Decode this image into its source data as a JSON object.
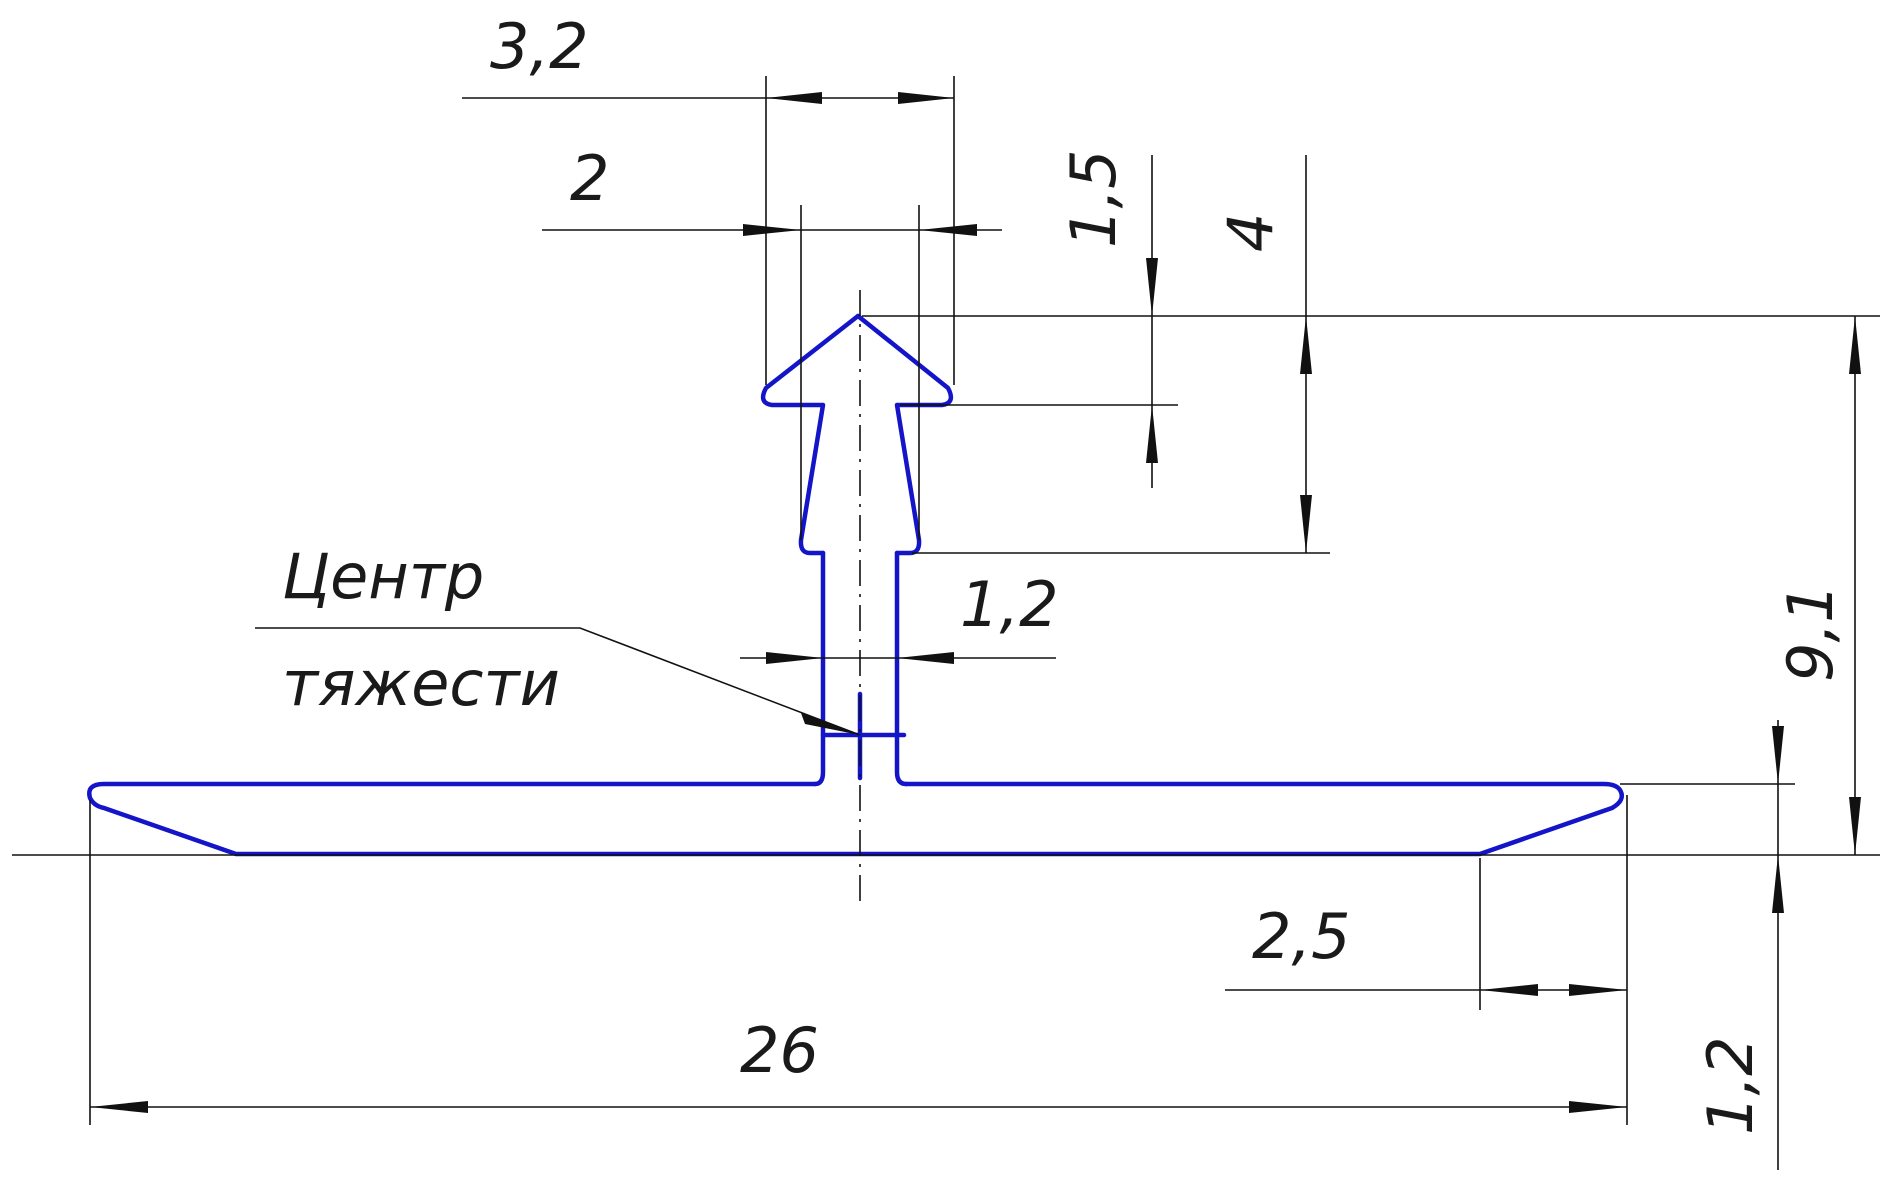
{
  "drawing": {
    "dimensions": {
      "top_width": "3,2",
      "stem_width": "2",
      "head_height": "1,5",
      "upper_height": "4",
      "neck_width": "1,2",
      "total_height": "9,1",
      "chamfer_length": "2,5",
      "total_length": "26",
      "base_thickness": "1,2"
    },
    "labels": {
      "center_line1": "Центр",
      "center_line2": "тяжести"
    },
    "colors": {
      "outline": "#1414c8",
      "dimension": "#111111"
    }
  }
}
